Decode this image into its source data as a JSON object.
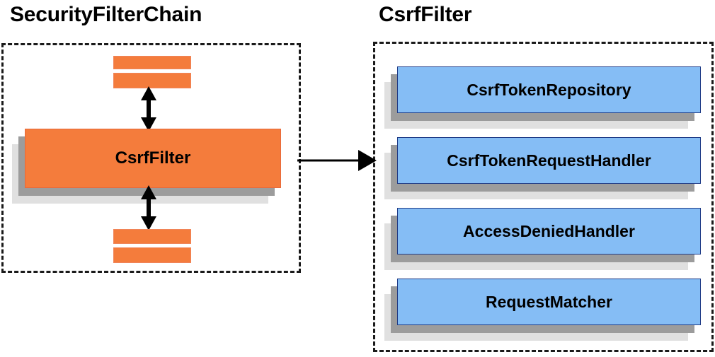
{
  "diagram": {
    "title_left": "SecurityFilterChain",
    "title_right": "CsrfFilter",
    "colors": {
      "orange_fill": "#f47c3c",
      "orange_border": "#e8693a",
      "blue_fill": "#85bdf5",
      "blue_border": "#1f3c87",
      "shadow_dark": "#9c9c9c",
      "shadow_light": "#e0e0e0",
      "outline": "#1a1a1a",
      "text": "#000000"
    }
  },
  "filter_chain": {
    "label": "SecurityFilterChain",
    "highlighted_filter": "CsrfFilter",
    "unlabeled_filters_above": 2,
    "unlabeled_filters_below": 2
  },
  "csrf_filter": {
    "label": "CsrfFilter",
    "collaborators": [
      {
        "label": "CsrfTokenRepository"
      },
      {
        "label": "CsrfTokenRequestHandler"
      },
      {
        "label": "AccessDeniedHandler"
      },
      {
        "label": "RequestMatcher"
      }
    ]
  },
  "connectors": {
    "chain_up": "double-headed-vertical-arrow",
    "chain_down": "double-headed-vertical-arrow",
    "expand_right": "single-headed-right-arrow"
  }
}
